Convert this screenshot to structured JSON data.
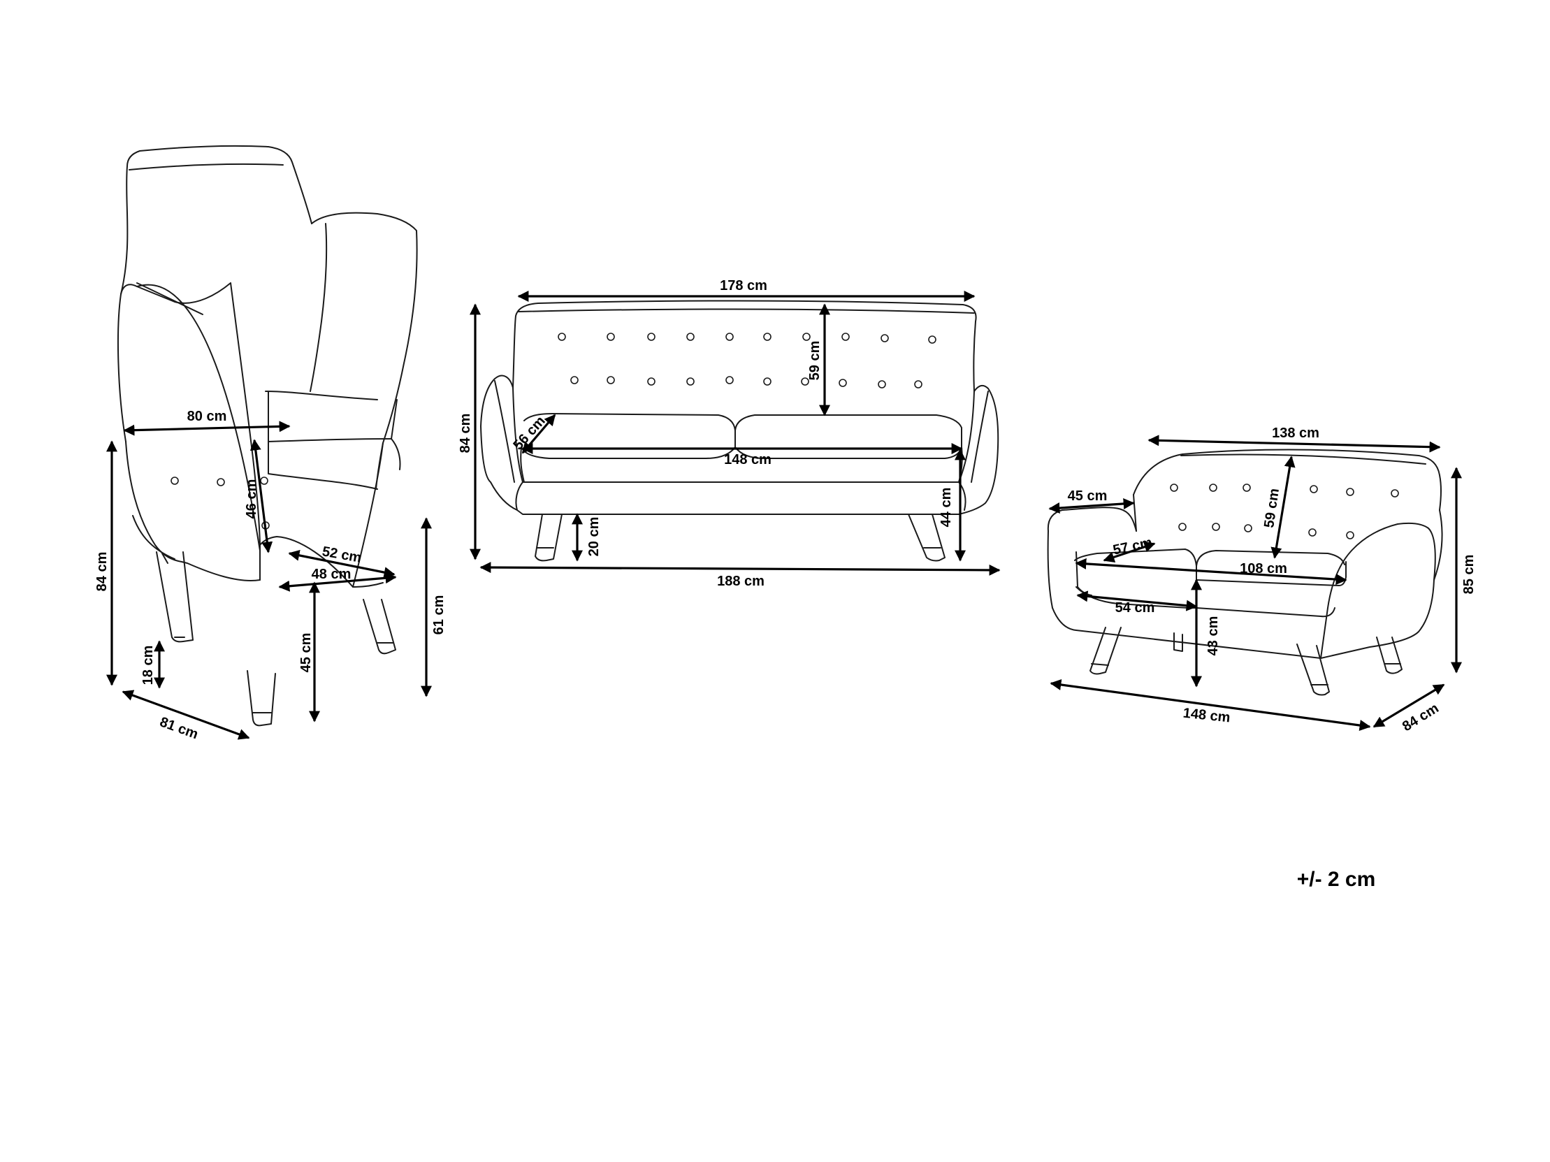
{
  "armchair": {
    "width": "80 cm",
    "height": "84 cm",
    "depth": "81 cm",
    "backrest_height": "46 cm",
    "seat_width_top": "52 cm",
    "seat_width": "48 cm",
    "seat_height": "45 cm",
    "arm_height": "61 cm",
    "leg_height": "18 cm"
  },
  "three_seater": {
    "top_width": "178 cm",
    "height": "84 cm",
    "backrest_height": "59 cm",
    "seat_depth": "56 cm",
    "seat_width": "148 cm",
    "seat_height": "44 cm",
    "leg_height": "20 cm",
    "total_width": "188 cm"
  },
  "two_seater": {
    "top_width": "138 cm",
    "arm_width": "45 cm",
    "backrest_height": "59 cm",
    "seat_depth_top": "57 cm",
    "seat_width": "108 cm",
    "seat_depth": "54 cm",
    "seat_height": "43 cm",
    "height": "85 cm",
    "total_width": "148 cm",
    "depth": "84 cm"
  },
  "tolerance": "+/- 2 cm"
}
